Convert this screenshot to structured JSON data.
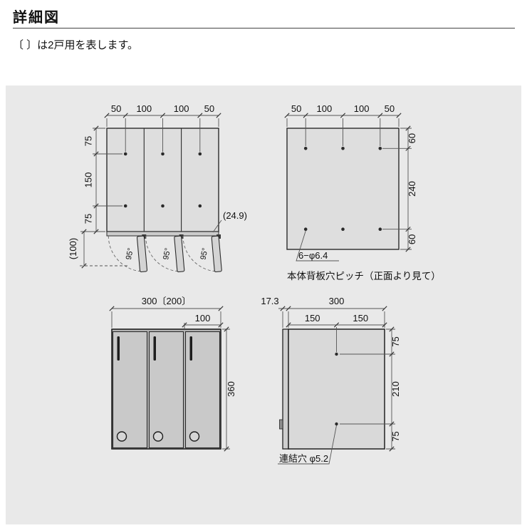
{
  "page": {
    "title": "詳細図",
    "note": "〔 〕は2戸用を表します。"
  },
  "top_view": {
    "top_dims": [
      "50",
      "100",
      "100",
      "50"
    ],
    "side_dims": [
      "75",
      "150",
      "75"
    ],
    "swing_depth_dim": "(100)",
    "door_offset_dim": "(24.9)",
    "door_angles": [
      "95°",
      "95°",
      "95°"
    ]
  },
  "back_view": {
    "top_dims": [
      "50",
      "100",
      "100",
      "50"
    ],
    "side_dims": [
      "60",
      "240",
      "60"
    ],
    "hole_label": "6−φ6.4",
    "caption": "本体背板穴ピッチ（正面より見て）"
  },
  "front_view": {
    "width_dim": "300〔200〕",
    "door_width_dim": "100",
    "height_dim": "360"
  },
  "side_view": {
    "door_depth_dim": "17.3",
    "depth_dim": "300",
    "half_depth_dims": [
      "150",
      "150"
    ],
    "side_dims": [
      "75",
      "210",
      "75"
    ],
    "hole_label": "連結穴 φ5.2"
  }
}
